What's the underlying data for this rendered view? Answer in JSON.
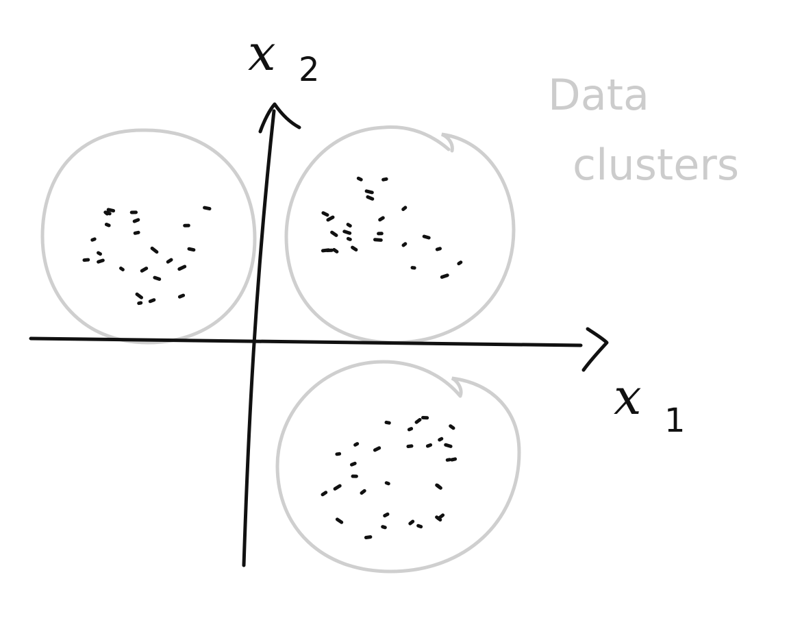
{
  "colors": {
    "ink": "#111111",
    "ring": "#cfcfcf",
    "note": "#cccccc",
    "background": "#ffffff"
  },
  "axes": {
    "x_label": {
      "main": "x",
      "subscript": "1"
    },
    "y_label": {
      "main": "x",
      "subscript": "2"
    }
  },
  "annotation": {
    "line1": "Data",
    "line2": "clusters"
  },
  "clusters": [
    {
      "name": "upper-left",
      "quadrant": "x1<0, x2>0",
      "point_count": 24
    },
    {
      "name": "upper-right",
      "quadrant": "x1>0, x2>0",
      "point_count": 24
    },
    {
      "name": "lower-right",
      "quadrant": "x1>0, x2<0",
      "point_count": 30
    }
  ]
}
